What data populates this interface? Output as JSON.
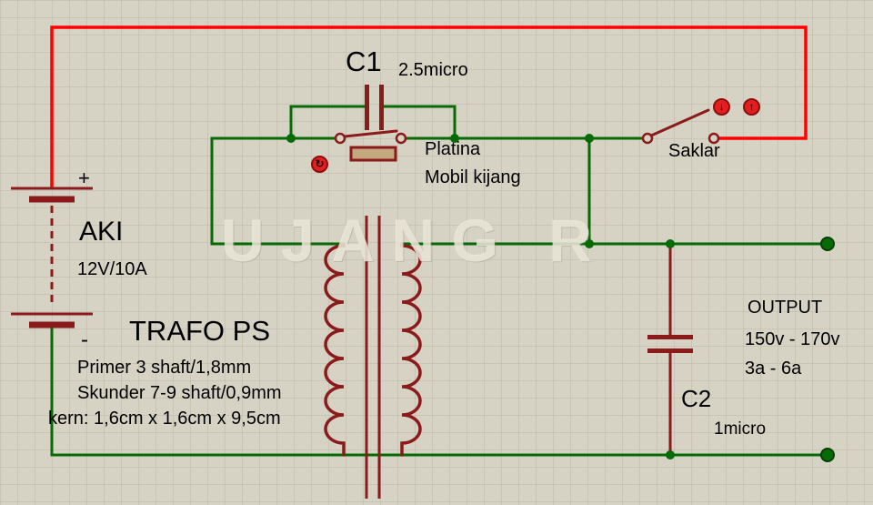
{
  "app": {
    "name": "ignition-circuit-schematic",
    "watermark": "UJANG R"
  },
  "colors": {
    "background": "#d6d2c4",
    "grid_line": "#beba aa",
    "wire_red": "#ff0000",
    "wire_green": "#066b06",
    "component_maroon": "#8b1a1a",
    "actuator_red": "#e31e1e",
    "text": "#000000",
    "watermark": "rgba(238,234,220,0.82)"
  },
  "components": {
    "c1": {
      "name": "C1",
      "value": "2.5micro"
    },
    "platina": {
      "line1": "Platina",
      "line2": "Mobil kijang"
    },
    "saklar": {
      "label": "Saklar"
    },
    "battery": {
      "plus": "+",
      "name": "AKI",
      "rating": "12V/10A",
      "minus": "-"
    },
    "trafo": {
      "name": "TRAFO PS",
      "spec_primer": "Primer 3 shaft/1,8mm",
      "spec_skunder": "Skunder 7-9 shaft/0,9mm",
      "spec_kern": "kern: 1,6cm x 1,6cm x 9,5cm"
    },
    "output": {
      "title": "OUTPUT",
      "voltage": "150v - 170v",
      "current": "3a - 6a"
    },
    "c2": {
      "name": "C2",
      "value": "1micro"
    }
  },
  "icons": {
    "platina_actuator": "↻",
    "switch_actuator_down": "↓",
    "switch_actuator_up": "↑"
  }
}
